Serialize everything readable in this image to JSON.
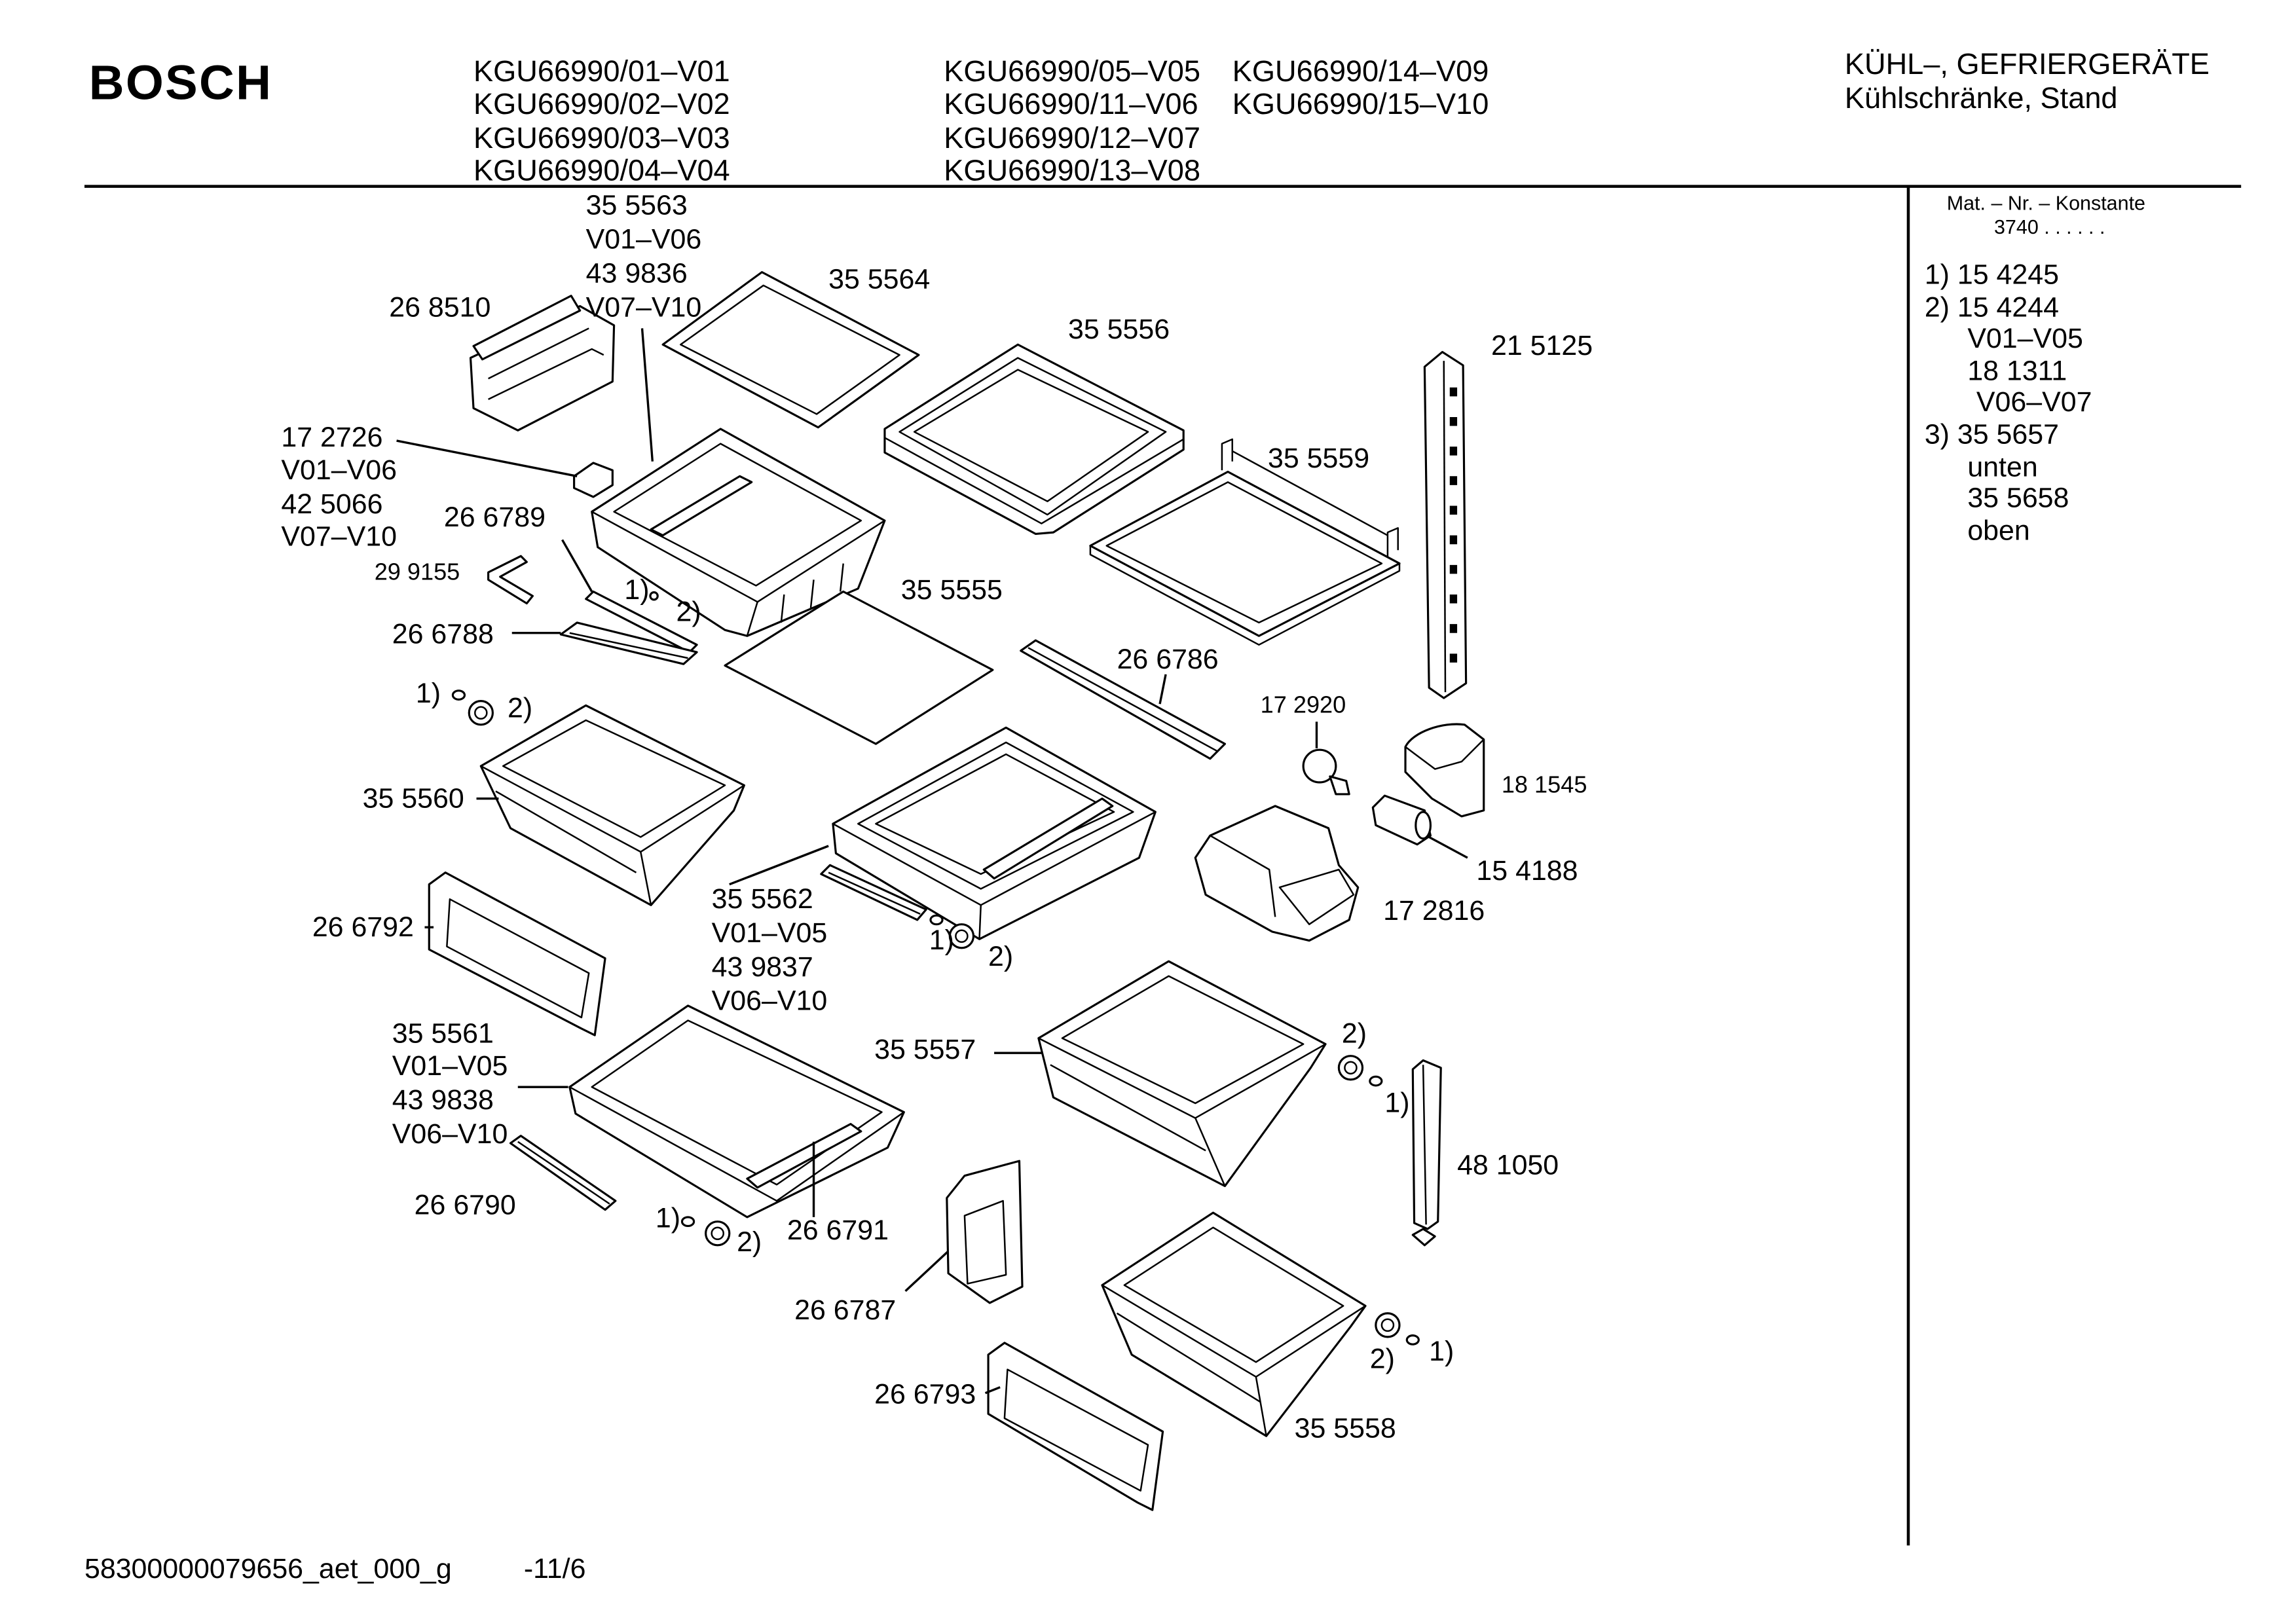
{
  "header": {
    "logo": "BOSCH",
    "models_col1": [
      "KGU66990/01–V01",
      "KGU66990/02–V02",
      "KGU66990/03–V03",
      "KGU66990/04–V04"
    ],
    "models_col2": [
      "KGU66990/05–V05",
      "KGU66990/11–V06",
      "KGU66990/12–V07",
      "KGU66990/13–V08"
    ],
    "models_col3": [
      "KGU66990/14–V09",
      "KGU66990/15–V10"
    ],
    "category": "KÜHL–, GEFRIERGERÄTE",
    "subcategory": "Kühlschränke, Stand"
  },
  "sidebar": {
    "mat_nr_label": "Mat. – Nr. – Konstante",
    "konstante": "3740 . . . . . .",
    "notes": [
      "1) 15 4245",
      "2) 15 4244",
      "V01–V05",
      "18 1311",
      "V06–V07",
      "3) 35 5657",
      "unten",
      "35 5658",
      "oben"
    ]
  },
  "callouts": {
    "c355563": [
      "35 5563",
      "V01–V06",
      "43 9836",
      "V07–V10"
    ],
    "c355564": "35 5564",
    "c268510": "26 8510",
    "c355556": "35 5556",
    "c215125": "21 5125",
    "c172726": [
      "17 2726",
      "V01–V06",
      "42 5066",
      "V07–V10"
    ],
    "c266789": "26 6789",
    "c355559": "35 5559",
    "c299155": "29 9155",
    "c355555": "35 5555",
    "c266788": "26 6788",
    "c266786": "26 6786",
    "c172920": "17 2920",
    "c181545": "18 1545",
    "c355560": "35 5560",
    "c154188": "15 4188",
    "c355562": [
      "35 5562",
      "V01–V05",
      "43 9837",
      "V06–V10"
    ],
    "c172816": "17 2816",
    "c266792": "26 6792",
    "c355561": [
      "35 5561",
      "V01–V05",
      "43 9838",
      "V06–V10"
    ],
    "c355557": "35 5557",
    "c481050": "48 1050",
    "c266790": "26 6790",
    "c266791": "26 6791",
    "c266787": "26 6787",
    "c266793": "26 6793",
    "c355558": "35 5558"
  },
  "marks": {
    "one": "1)",
    "two": "2)"
  },
  "footer": {
    "doc_id": "58300000079656_aet_000_g",
    "page": "-11/6"
  }
}
